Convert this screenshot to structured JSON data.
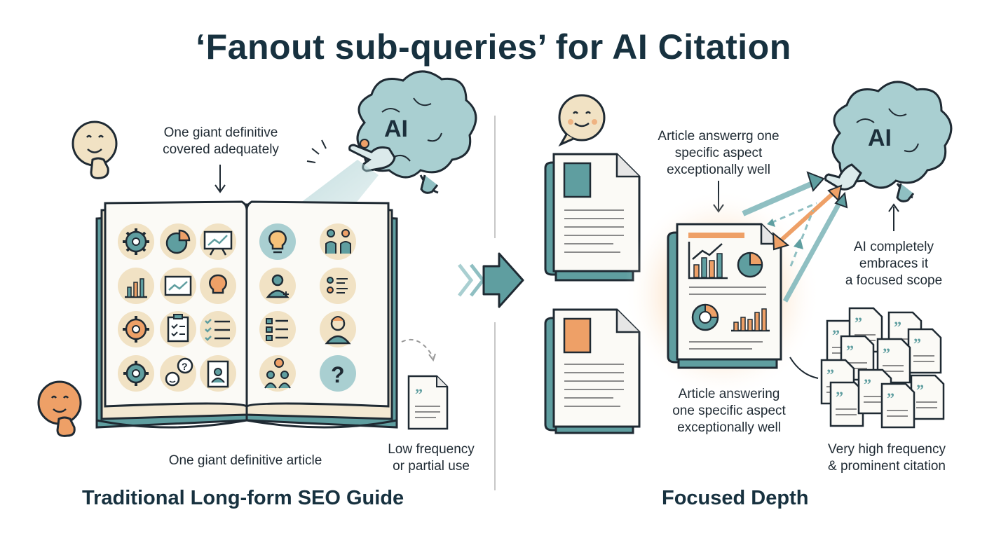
{
  "title": "‘Fanout sub-queries’ for AI Citation",
  "left": {
    "heading": "Traditional Long-form SEO Guide",
    "annotation_line1": "One giant definitive",
    "annotation_line2": "covered adequately",
    "book_caption": "One giant definitive article",
    "usage_line1": "Low frequency",
    "usage_line2": "or partial use",
    "brain_label": "AI"
  },
  "right": {
    "heading": "Focused Depth",
    "annotation_line1": "Article answerrg one",
    "annotation_line2": "specific aspect",
    "annotation_line3": "exceptionally well",
    "doc_caption_line1": "Article answering",
    "doc_caption_line2": "one specific aspect",
    "doc_caption_line3": "exceptionally well",
    "ai_note_line1": "AI completely",
    "ai_note_line2": "embraces it",
    "ai_note_line3": "a focused scope",
    "citation_line1": "Very high frequency",
    "citation_line2": "& prominent citation",
    "brain_label": "AI"
  },
  "colors": {
    "teal": "#5f9ea0",
    "teal_light": "#a9cfd1",
    "orange": "#e9955a",
    "cream": "#f3e8d2",
    "ink": "#1f2a33"
  }
}
